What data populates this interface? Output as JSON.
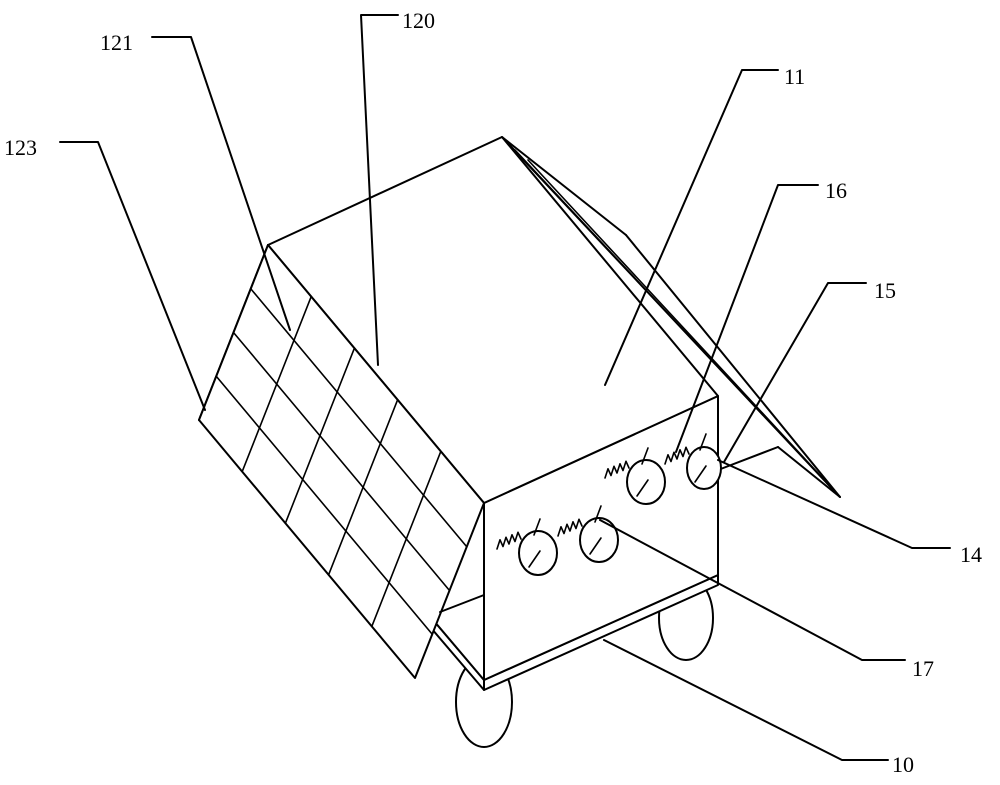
{
  "labels": {
    "ref_10": "10",
    "ref_11": "11",
    "ref_14": "14",
    "ref_15": "15",
    "ref_16": "16",
    "ref_17": "17",
    "ref_120": "120",
    "ref_121": "121",
    "ref_123": "123"
  },
  "colors": {
    "line": "#000000",
    "background": "#ffffff"
  }
}
